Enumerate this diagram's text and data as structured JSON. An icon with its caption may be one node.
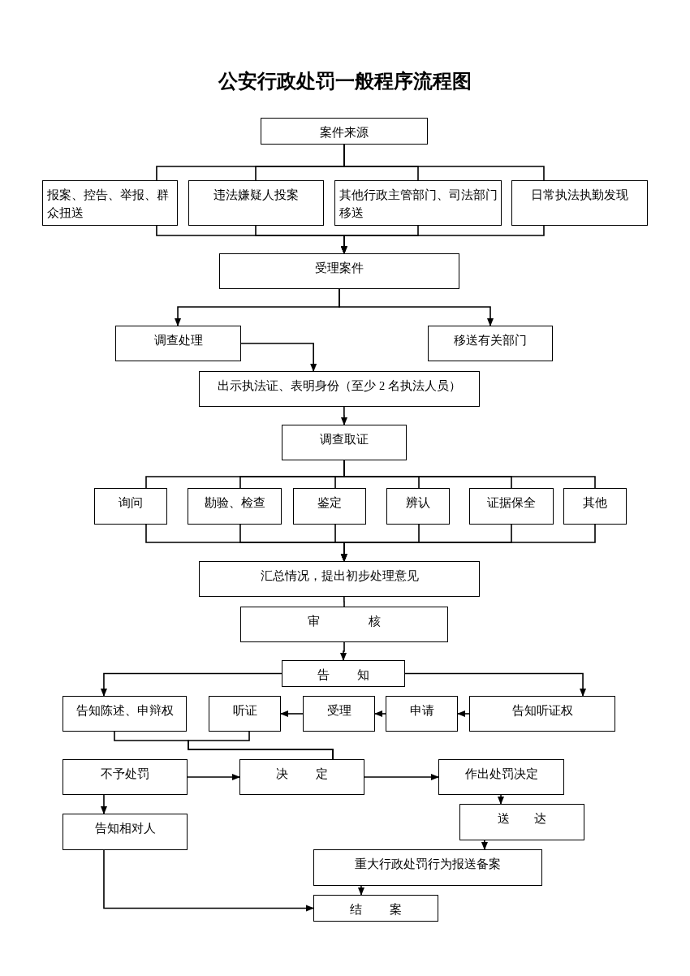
{
  "diagram": {
    "title": "公安行政处罚一般程序流程图",
    "nodes": [
      {
        "text": [
          "案件来源"
        ]
      },
      {
        "text": [
          "报案、控告、举报、群众扭送"
        ]
      },
      {
        "text": [
          "违法嫌疑人投案"
        ]
      },
      {
        "text": [
          "其他行政主管部门、司法部门移送"
        ]
      },
      {
        "text": [
          "日常执法执勤发现"
        ]
      },
      {
        "text": [
          "受理案件"
        ]
      },
      {
        "text": [
          "调查处理"
        ]
      },
      {
        "text": [
          "移送有关部门"
        ]
      },
      {
        "text": [
          "出示执法证、表明身份（至少 2 名执法人员）"
        ]
      },
      {
        "text": [
          "调查取证"
        ]
      },
      {
        "text": [
          "询问"
        ]
      },
      {
        "text": [
          "勘验、检查"
        ]
      },
      {
        "text": [
          "鉴定"
        ]
      },
      {
        "text": [
          "辨认"
        ]
      },
      {
        "text": [
          "证据保全"
        ]
      },
      {
        "text": [
          "其他"
        ]
      },
      {
        "text": [
          "汇总情况，提出初步处理意见"
        ]
      },
      {
        "text": [
          "审核"
        ]
      },
      {
        "text": [
          "告知"
        ]
      },
      {
        "text": [
          "告知陈述、申辩权"
        ]
      },
      {
        "text": [
          "听证"
        ]
      },
      {
        "text": [
          "受理"
        ]
      },
      {
        "text": [
          "申请"
        ]
      },
      {
        "text": [
          "告知听证权"
        ]
      },
      {
        "text": [
          "不予处罚"
        ]
      },
      {
        "text": [
          "决定"
        ]
      },
      {
        "text": [
          "作出处罚决定"
        ]
      },
      {
        "text": [
          "送达"
        ]
      },
      {
        "text": [
          "重大行政处罚行为报送备案"
        ]
      },
      {
        "text": [
          "告知相对人"
        ]
      },
      {
        "text": [
          "结案"
        ]
      }
    ],
    "edges": [
      {
        "from": 0,
        "to": 1,
        "arrow": "none"
      },
      {
        "from": 0,
        "to": 2,
        "arrow": "none"
      },
      {
        "from": 0,
        "to": 3,
        "arrow": "none"
      },
      {
        "from": 0,
        "to": 4,
        "arrow": "none"
      },
      {
        "from": 1,
        "to": 5,
        "arrow": "to"
      },
      {
        "from": 2,
        "to": 5,
        "arrow": "to"
      },
      {
        "from": 3,
        "to": 5,
        "arrow": "to"
      },
      {
        "from": 4,
        "to": 5,
        "arrow": "to"
      },
      {
        "from": 5,
        "to": 6,
        "arrow": "to"
      },
      {
        "from": 5,
        "to": 7,
        "arrow": "to"
      },
      {
        "from": 6,
        "to": 8,
        "arrow": "to"
      },
      {
        "from": 8,
        "to": 9,
        "arrow": "to"
      },
      {
        "from": 9,
        "to": 10,
        "arrow": "none"
      },
      {
        "from": 9,
        "to": 11,
        "arrow": "none"
      },
      {
        "from": 9,
        "to": 12,
        "arrow": "none"
      },
      {
        "from": 9,
        "to": 13,
        "arrow": "none"
      },
      {
        "from": 9,
        "to": 14,
        "arrow": "none"
      },
      {
        "from": 9,
        "to": 15,
        "arrow": "none"
      },
      {
        "from": 10,
        "to": 16,
        "arrow": "to"
      },
      {
        "from": 11,
        "to": 16,
        "arrow": "to"
      },
      {
        "from": 12,
        "to": 16,
        "arrow": "to"
      },
      {
        "from": 13,
        "to": 16,
        "arrow": "to"
      },
      {
        "from": 14,
        "to": 16,
        "arrow": "to"
      },
      {
        "from": 15,
        "to": 16,
        "arrow": "to"
      },
      {
        "from": 16,
        "to": 17,
        "arrow": "none"
      },
      {
        "from": 17,
        "to": 18,
        "arrow": "to"
      },
      {
        "from": 18,
        "to": 19,
        "arrow": "to"
      },
      {
        "from": 18,
        "to": 23,
        "arrow": "to"
      },
      {
        "from": 23,
        "to": 22,
        "arrow": "to"
      },
      {
        "from": 22,
        "to": 21,
        "arrow": "to"
      },
      {
        "from": 21,
        "to": 20,
        "arrow": "to"
      },
      {
        "from": 19,
        "to": 25,
        "arrow": "none"
      },
      {
        "from": 20,
        "to": 25,
        "arrow": "none"
      },
      {
        "from": 24,
        "to": 25,
        "arrow": "to"
      },
      {
        "from": 25,
        "to": 26,
        "arrow": "to"
      },
      {
        "from": 24,
        "to": 29,
        "arrow": "to"
      },
      {
        "from": 26,
        "to": 27,
        "arrow": "to"
      },
      {
        "from": 27,
        "to": 28,
        "arrow": "to"
      },
      {
        "from": 28,
        "to": 30,
        "arrow": "to"
      },
      {
        "from": 29,
        "to": 30,
        "arrow": "to"
      }
    ]
  }
}
